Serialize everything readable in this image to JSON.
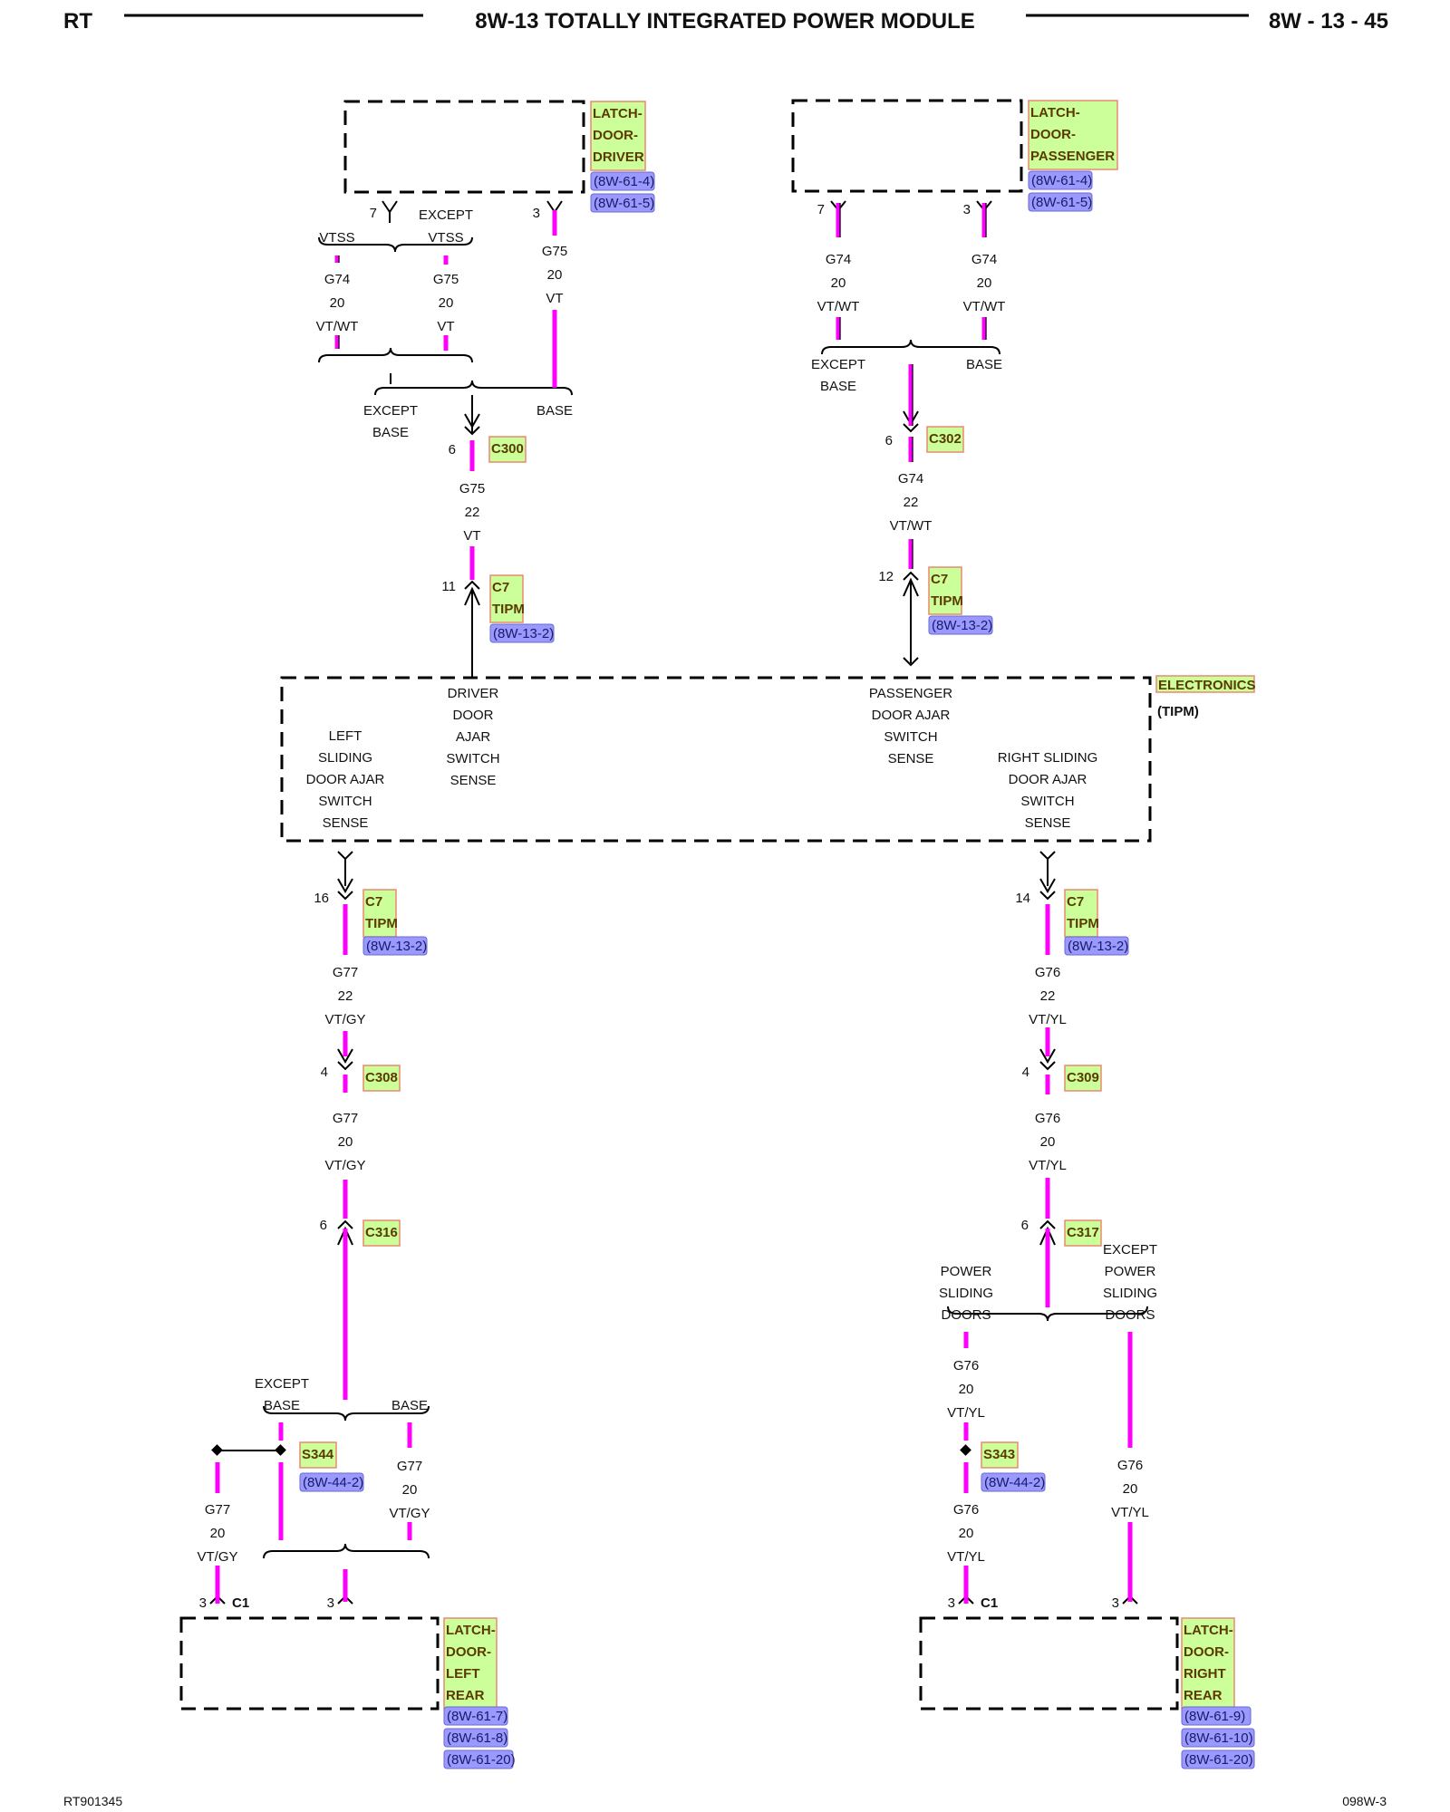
{
  "header": {
    "left": "RT",
    "title": "8W-13 TOTALLY INTEGRATED POWER MODULE",
    "page": "8W - 13 - 45"
  },
  "footer": {
    "left": "RT901345",
    "right": "098W-3"
  },
  "colors": {
    "wire": "#ff00ff",
    "wire_stripe": "#2a0030",
    "label_green": "#ccff99",
    "label_green_border": "#e88a70",
    "label_blue": "#9999ff"
  },
  "latches": {
    "driver": {
      "lines": [
        "LATCH-",
        "DOOR-",
        "DRIVER"
      ],
      "refs": [
        "(8W-61-4)",
        "(8W-61-5)"
      ]
    },
    "passenger": {
      "lines": [
        "LATCH-",
        "DOOR-",
        "PASSENGER"
      ],
      "refs": [
        "(8W-61-4)",
        "(8W-61-5)"
      ]
    },
    "left_rear": {
      "lines": [
        "LATCH-",
        "DOOR-",
        "LEFT",
        "REAR"
      ],
      "refs": [
        "(8W-61-7)",
        "(8W-61-8)",
        "(8W-61-20)"
      ]
    },
    "right_rear": {
      "lines": [
        "LATCH-",
        "DOOR-",
        "RIGHT",
        "REAR"
      ],
      "refs": [
        "(8W-61-9)",
        "(8W-61-10)",
        "(8W-61-20)"
      ]
    }
  },
  "module": {
    "title": "ELECTRONICS",
    "subtitle": "(TIPM)",
    "functions": {
      "left": [
        "LEFT",
        "SLIDING",
        "DOOR AJAR",
        "SWITCH",
        "SENSE"
      ],
      "driver": [
        "DRIVER",
        "DOOR",
        "AJAR",
        "SWITCH",
        "SENSE"
      ],
      "passenger": [
        "PASSENGER",
        "DOOR AJAR",
        "SWITCH",
        "SENSE"
      ],
      "right": [
        "RIGHT SLIDING",
        "DOOR AJAR",
        "SWITCH",
        "SENSE"
      ]
    }
  },
  "connectors": {
    "c7": {
      "lines": [
        "C7",
        "TIPM"
      ],
      "ref": "(8W-13-2)"
    },
    "c300": "C300",
    "c302": "C302",
    "c308": "C308",
    "c309": "C309",
    "c316": "C316",
    "c317": "C317",
    "c1": "C1",
    "s344": {
      "name": "S344",
      "ref": "(8W-44-2)"
    },
    "s343": {
      "name": "S343",
      "ref": "(8W-44-2)"
    }
  },
  "pins": {
    "driver_7": "7",
    "driver_3": "3",
    "c300": "6",
    "c7_driver": "11",
    "pass_7": "7",
    "pass_3": "3",
    "c302": "6",
    "c7_pass": "12",
    "c7_left": "16",
    "c308": "4",
    "c316": "6",
    "c7_right": "14",
    "c309": "4",
    "c317": "6",
    "lr_a": "3",
    "lr_b": "3",
    "rr_a": "3",
    "rr_b": "3"
  },
  "options": {
    "vtss": "VTSS",
    "except_vtss": [
      "EXCEPT",
      "VTSS"
    ],
    "except_base": [
      "EXCEPT",
      "BASE"
    ],
    "base": "BASE",
    "power_sliding_doors": [
      "POWER",
      "SLIDING",
      "DOORS"
    ],
    "except_power_sliding_doors": [
      "EXCEPT",
      "POWER",
      "SLIDING",
      "DOORS"
    ]
  },
  "wires": {
    "g74_20_vtwt": [
      "G74",
      "20",
      "VT/WT"
    ],
    "g75_20_vt": [
      "G75",
      "20",
      "VT"
    ],
    "g75_22_vt": [
      "G75",
      "22",
      "VT"
    ],
    "g74_22_vtwt": [
      "G74",
      "22",
      "VT/WT"
    ],
    "g77_22_vtgy": [
      "G77",
      "22",
      "VT/GY"
    ],
    "g77_20_vtgy": [
      "G77",
      "20",
      "VT/GY"
    ],
    "g76_22_vtyl": [
      "G76",
      "22",
      "VT/YL"
    ],
    "g76_20_vtyl": [
      "G76",
      "20",
      "VT/YL"
    ]
  }
}
